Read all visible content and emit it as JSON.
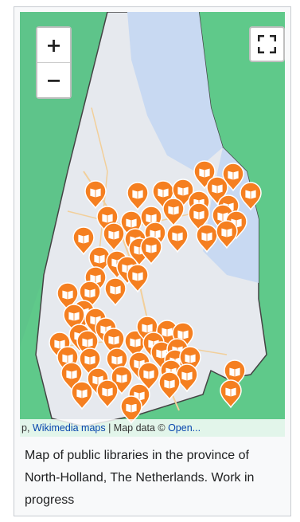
{
  "map": {
    "zoom_in_label": "+",
    "zoom_out_label": "−",
    "fullscreen_icon": "fullscreen-icon",
    "marker_icon": "library-book-icon",
    "marker_color": "#f57f20",
    "land_color": "#5fc98a",
    "province_color": "#e9ecf0",
    "water_color": "#c8d9f2"
  },
  "attribution": {
    "prefix": "p, ",
    "wikimedia_link": "Wikimedia maps",
    "separator": " | Map data © ",
    "osm_link": "Open..."
  },
  "caption": {
    "text": "Map of public libraries in the province of North-Holland, The Netherlands. Work in progress"
  }
}
